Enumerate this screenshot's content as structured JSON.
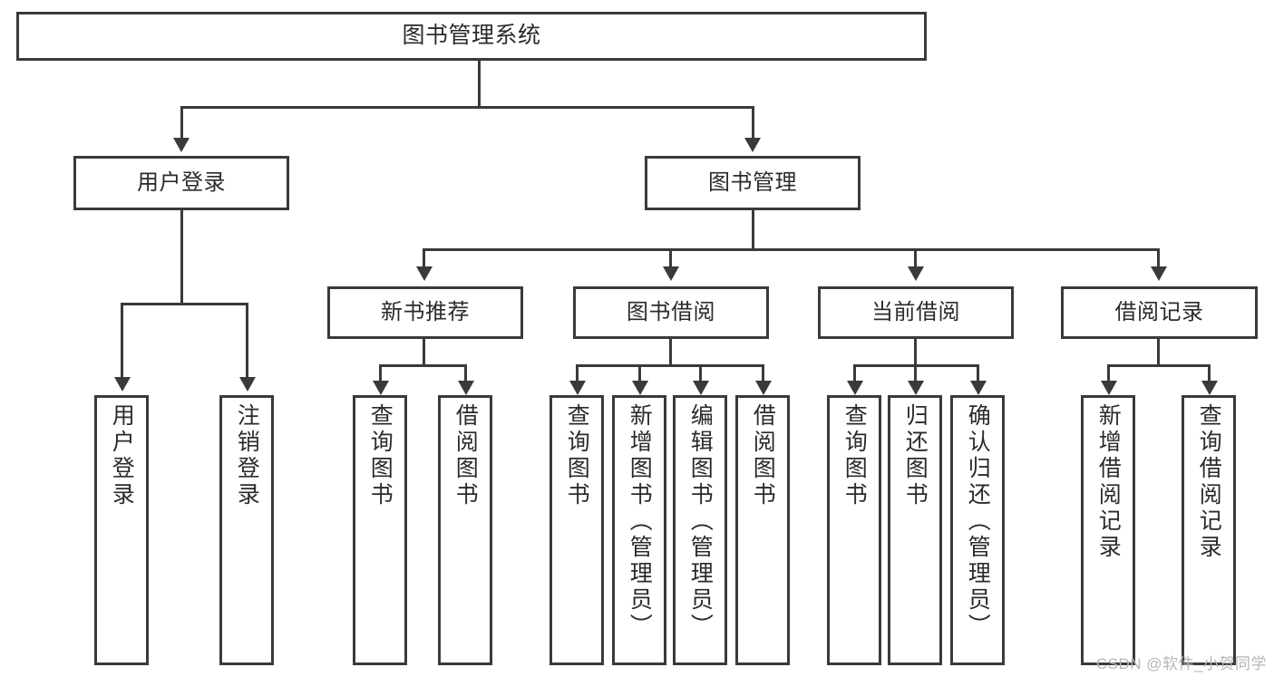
{
  "diagram": {
    "type": "hierarchy-tree",
    "title": "图书管理系统",
    "root": {
      "label": "图书管理系统"
    },
    "level1": [
      {
        "label": "用户登录"
      },
      {
        "label": "图书管理"
      }
    ],
    "level2": [
      {
        "label": "新书推荐"
      },
      {
        "label": "图书借阅"
      },
      {
        "label": "当前借阅"
      },
      {
        "label": "借阅记录"
      }
    ],
    "leaves": {
      "user_login": [
        {
          "label": "用户登录"
        },
        {
          "label": "注销登录"
        }
      ],
      "new_book_recommend": [
        {
          "label": "查询图书"
        },
        {
          "label": "借阅图书"
        }
      ],
      "book_borrow": [
        {
          "label": "查询图书"
        },
        {
          "label": "新增图书（管理员）"
        },
        {
          "label": "编辑图书（管理员）"
        },
        {
          "label": "借阅图书"
        }
      ],
      "current_borrow": [
        {
          "label": "查询图书"
        },
        {
          "label": "归还图书"
        },
        {
          "label": "确认归还（管理员）"
        }
      ],
      "borrow_records": [
        {
          "label": "新增借阅记录"
        },
        {
          "label": "查询借阅记录"
        }
      ]
    }
  },
  "watermark": {
    "text": "CSDN @软件_小贺同学"
  },
  "colors": {
    "stroke": "#3a3a3a",
    "background": "#ffffff",
    "text": "#2b2b2b",
    "watermark": "#b6b6b6"
  }
}
